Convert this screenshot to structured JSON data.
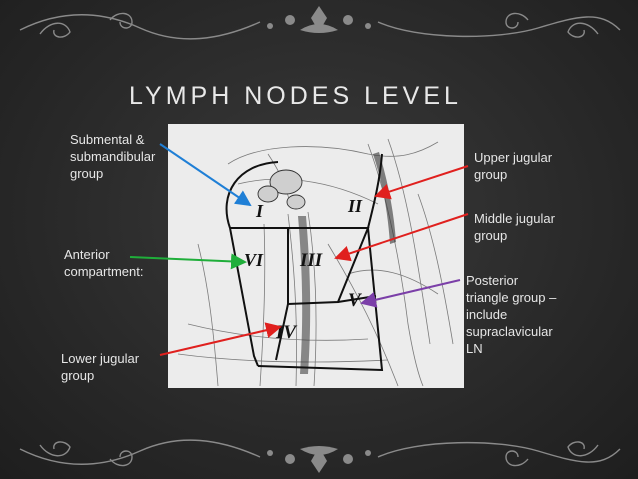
{
  "title": "LYMPH NODES LEVEL",
  "levels": [
    "I",
    "II",
    "III",
    "IV",
    "V",
    "VI"
  ],
  "labels": {
    "submental": "Submental &\nsubmandibular\ngroup",
    "anterior": "Anterior\ncompartment:",
    "lower_jugular": "Lower jugular\ngroup",
    "upper_jugular": "Upper jugular\ngroup",
    "middle_jugular": "Middle jugular\ngroup",
    "posterior": "Posterior\ntriangle group –\ninclude\nsupraclavicular\nLN"
  },
  "colors": {
    "background": "#2b2b2b",
    "title": "#e8e8e8",
    "arrow_blue": "#1f7fd6",
    "arrow_green": "#1fae3a",
    "arrow_red": "#e0201e",
    "arrow_purple": "#7b3fa8"
  }
}
